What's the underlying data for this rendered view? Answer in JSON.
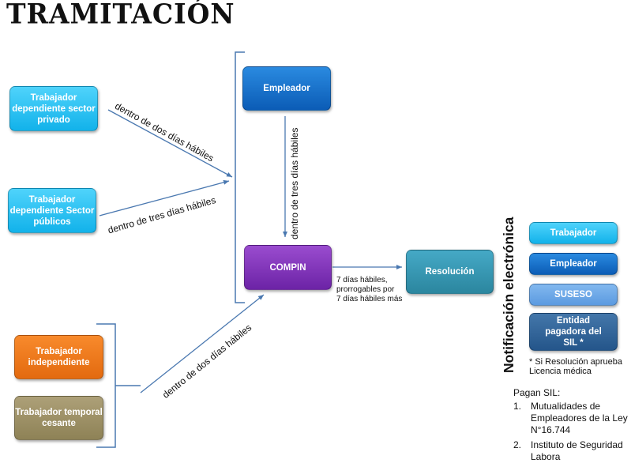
{
  "title": "TRAMITACIÓN",
  "boxes": {
    "trab_privado": "Trabajador dependiente sector privado",
    "trab_publico": "Trabajador dependiente Sector públicos",
    "trab_independiente": "Trabajador independiente",
    "trab_temporal": "Trabajador temporal cesante",
    "empleador": "Empleador",
    "compin": "COMPIN",
    "resolucion": "Resolución"
  },
  "edge_labels": {
    "privado": "dentro de dos días hábiles",
    "publico": "dentro de tres días hábiles",
    "empleador": "dentro de tres días hábiles",
    "independiente": "dentro de dos días hábiles",
    "compin_resolucion": [
      "7 días hábiles,",
      "prorrogables por",
      "7 días hábiles más"
    ]
  },
  "notificacion": {
    "heading": "Notificación electrónica",
    "items": [
      "Trabajador",
      "Empleador",
      "SUSESO",
      "Entidad pagadora del SIL *"
    ],
    "footnote": [
      "* Si Resolución aprueba",
      "Licencia médica"
    ]
  },
  "pagan": {
    "heading": "Pagan SIL:",
    "items": [
      {
        "num": "1.",
        "lines": [
          "Mutualidades de",
          "Empleadores de la Ley",
          "N°16.744"
        ]
      },
      {
        "num": "2.",
        "lines": [
          "Instituto de Seguridad",
          "Labora"
        ]
      }
    ]
  }
}
